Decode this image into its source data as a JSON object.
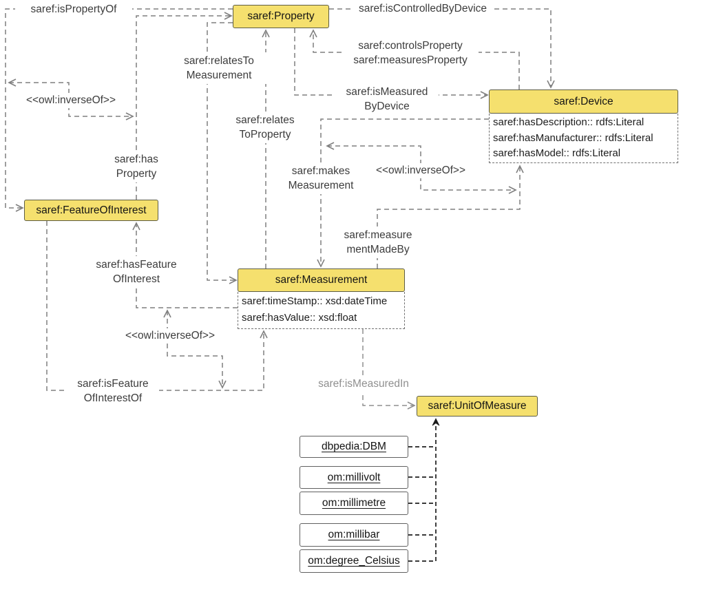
{
  "colors": {
    "class_fill": "#F5E06E",
    "class_border": "#5c5c45",
    "edge_gray": "#7f7f7f",
    "edge_light_gray": "#9e9e9e",
    "edge_black": "#1c1c1c",
    "label_text": "#3c3c3c",
    "label_text_light": "#8f8f8f"
  },
  "classes": {
    "property": {
      "label": "saref:Property"
    },
    "device": {
      "label": "saref:Device",
      "attributes": [
        "saref:hasDescription:: rdfs:Literal",
        "saref:hasManufacturer:: rdfs:Literal",
        "saref:hasModel:: rdfs:Literal"
      ]
    },
    "feature_of_interest": {
      "label": "saref:FeatureOfInterest"
    },
    "measurement": {
      "label": "saref:Measurement",
      "attributes": [
        "saref:timeStamp:: xsd:dateTime",
        "saref:hasValue:: xsd:float"
      ]
    },
    "unit_of_measure": {
      "label": "saref:UnitOfMeasure"
    }
  },
  "edge_labels": {
    "is_property_of": "saref:isPropertyOf",
    "is_controlled_by_device": "saref:isControlledByDevice",
    "controls_measures_property": "saref:controlsProperty\nsaref:measuresProperty",
    "relates_to_measurement": "saref:relatesTo\nMeasurement",
    "is_measured_by_device": "saref:isMeasured\nByDevice",
    "relates_to_property": "saref:relates\nToProperty",
    "has_property": "saref:has\nProperty",
    "owl_inverse_of_left": "<<owl:inverseOf>>",
    "owl_inverse_of_mid": "<<owl:inverseOf>>",
    "owl_inverse_of_bottom": "<<owl:inverseOf>>",
    "makes_measurement": "saref:makes\nMeasurement",
    "measurement_made_by": "saref:measure\nmentMadeBy",
    "has_feature_of_interest": "saref:hasFeature\nOfInterest",
    "is_feature_of_interest_of": "saref:isFeature\nOfInterestOf",
    "is_measured_in": "saref:isMeasuredIn"
  },
  "instances": {
    "dbm": "dbpedia:DBM",
    "millivolt": "om:millivolt",
    "millimetre": "om:millimetre",
    "millibar": "om:millibar",
    "degree_celsius": "om:degree_Celsius"
  }
}
